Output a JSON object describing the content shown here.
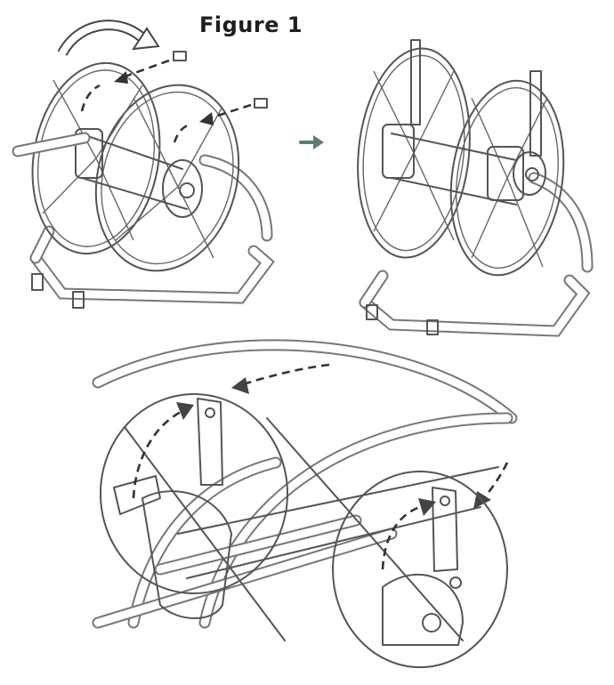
{
  "figure": {
    "title": "Figure 1",
    "arrow_color": "#5f7d6e",
    "line_color": "#555555",
    "dashed_arrow_color": "#333333"
  },
  "panels": [
    {
      "id": "before",
      "icon": "hose-reel-unfolded"
    },
    {
      "id": "after",
      "icon": "hose-reel-assembled"
    },
    {
      "id": "detail",
      "icon": "bracket-rotation-detail"
    }
  ]
}
